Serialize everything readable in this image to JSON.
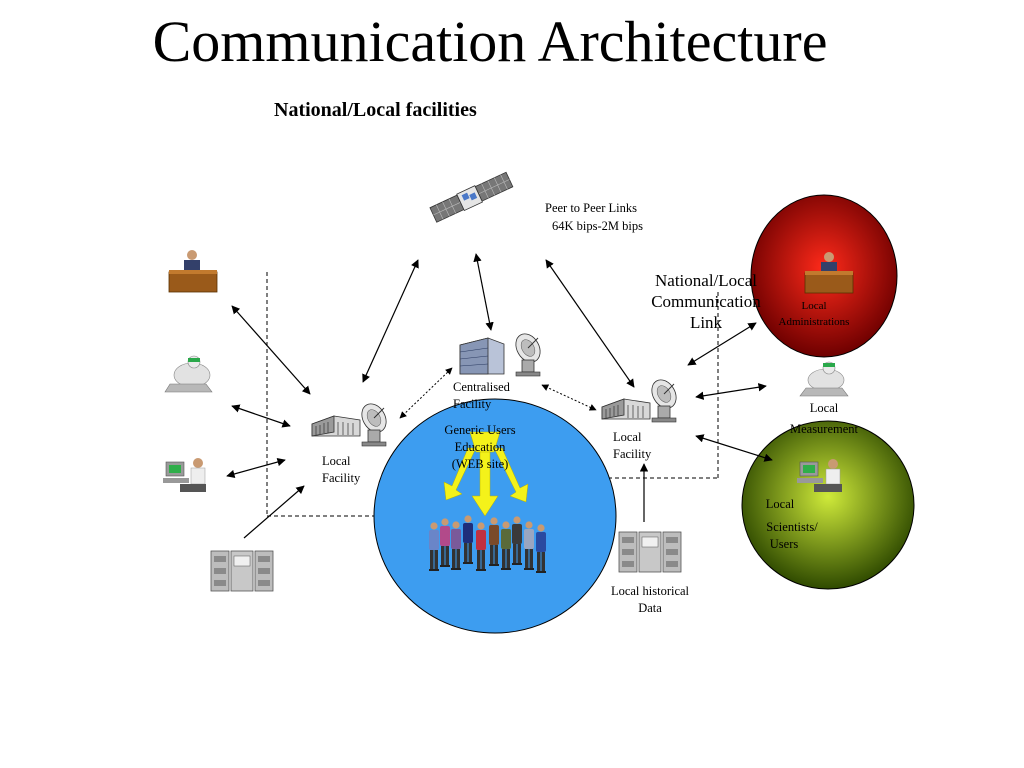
{
  "title": "Communication Architecture",
  "subtitle": "National/Local facilities",
  "labels": {
    "peer_links_line1": "Peer to Peer Links",
    "peer_links_line2": "64K bips-2M bips",
    "national_link_line1": "National/Local",
    "national_link_line2": "Communication",
    "national_link_line3": "Link",
    "centralised_line1": "Centralised",
    "centralised_line2": "Facility",
    "generic_line1": "Generic Users",
    "generic_line2": "Education",
    "generic_line3": "(WEB site)",
    "local_facility_left_line1": "Local",
    "local_facility_left_line2": "Facility",
    "local_facility_right_line1": "Local",
    "local_facility_right_line2": "Facility",
    "local_admin_line1": "Local",
    "local_admin_line2": "Administrations",
    "local_measurement_line1": "Local",
    "local_measurement_line2": "Measurement",
    "local_scientists_line1": "Local",
    "local_scientists_line2": "Scientists/",
    "local_scientists_line3": "Users",
    "historical_line1": "Local historical",
    "historical_line2": "Data"
  },
  "colors": {
    "blue_circle": "#3d9df0",
    "red_circle_center": "#ff2a1a",
    "red_circle_edge": "#6e0000",
    "green_circle_center": "#cfea3a",
    "green_circle_edge": "#2f4a00",
    "yellow_arrows": "#f4f21a"
  }
}
